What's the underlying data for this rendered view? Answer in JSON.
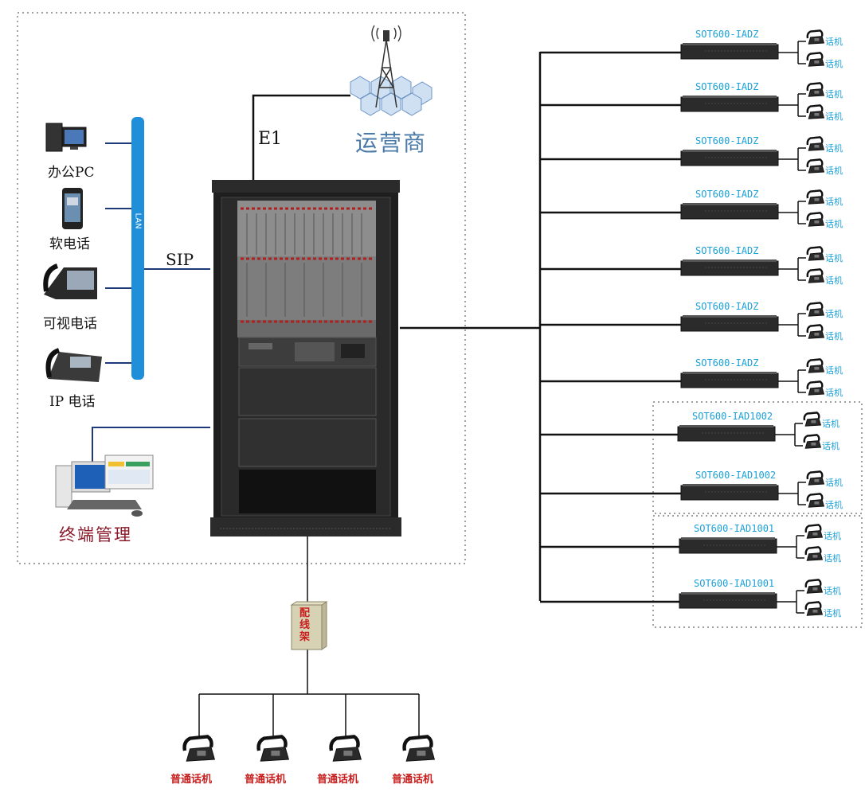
{
  "diagram": {
    "carrier_label": "运营商",
    "e1_label": "E1",
    "sip_label": "SIP",
    "lan_label": "LAN",
    "lan_clients": [
      {
        "label": "办公PC",
        "icon": "pc-icon"
      },
      {
        "label": "软电话",
        "icon": "softphone-icon"
      },
      {
        "label": "可视电话",
        "icon": "video-phone-icon"
      },
      {
        "label": "IP 电话",
        "icon": "ip-phone-icon"
      }
    ],
    "management_label": "终端管理",
    "distribution_frame_label": "配线架",
    "analog_phones": [
      "普通话机",
      "普通话机",
      "普通话机",
      "普通话机"
    ],
    "gateways": [
      {
        "model": "SOT600-IADZ",
        "phones": [
          "话机",
          "话机"
        ]
      },
      {
        "model": "SOT600-IADZ",
        "phones": [
          "话机",
          "话机"
        ]
      },
      {
        "model": "SOT600-IADZ",
        "phones": [
          "话机",
          "话机"
        ]
      },
      {
        "model": "SOT600-IADZ",
        "phones": [
          "话机",
          "话机"
        ]
      },
      {
        "model": "SOT600-IADZ",
        "phones": [
          "话机",
          "话机"
        ]
      },
      {
        "model": "SOT600-IADZ",
        "phones": [
          "话机",
          "话机"
        ]
      },
      {
        "model": "SOT600-IADZ",
        "phones": [
          "话机",
          "话机"
        ]
      },
      {
        "model": "SOT600-IAD1002",
        "phones": [
          "话机",
          "话机"
        ]
      },
      {
        "model": "SOT600-IAD1002",
        "phones": [
          "话机",
          "话机"
        ]
      },
      {
        "model": "SOT600-IAD1001",
        "phones": [
          "话机",
          "话机"
        ]
      },
      {
        "model": "SOT600-IAD1001",
        "phones": [
          "话机",
          "话机"
        ]
      }
    ],
    "colors": {
      "line": "#111111",
      "lan_bar": "#1e8fd8",
      "model_text": "#1aa0d8",
      "carrier_text": "#4a7aa8",
      "analog_text": "#c81e1e"
    }
  }
}
